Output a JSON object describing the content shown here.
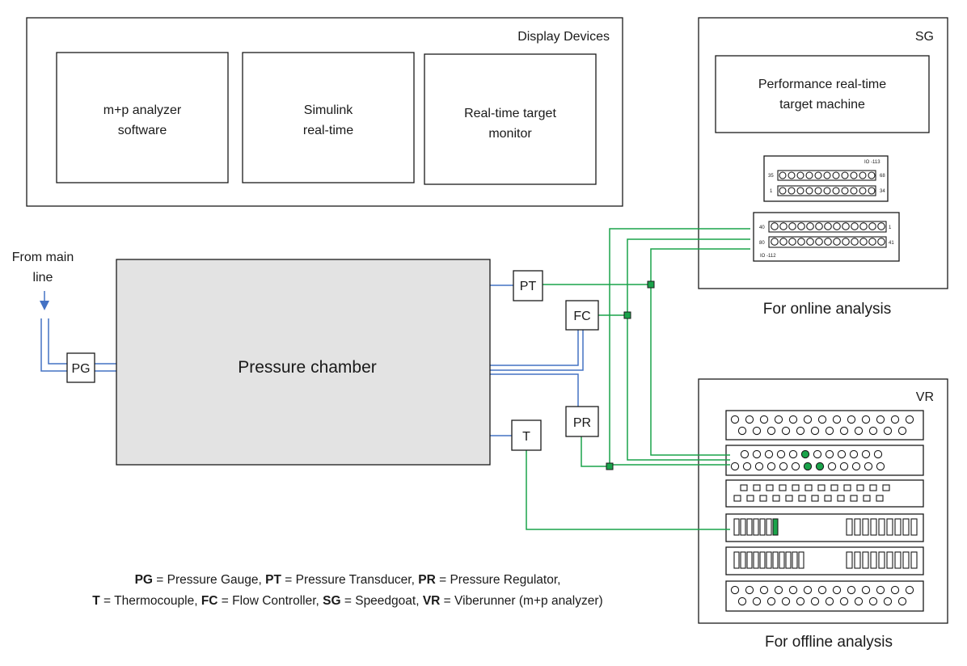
{
  "display_devices": {
    "title": "Display Devices",
    "boxes": [
      {
        "lines": [
          "m+p analyzer",
          "software"
        ]
      },
      {
        "lines": [
          "Simulink",
          "real-time"
        ]
      },
      {
        "lines": [
          "Real-time target",
          "monitor"
        ]
      }
    ]
  },
  "speedgoat": {
    "title": "SG",
    "machine_lines": [
      "Performance real-time",
      "target machine"
    ],
    "io113_label": "IO -113",
    "io113_row1": {
      "left": "35",
      "right": "68"
    },
    "io113_row2": {
      "left": "1",
      "right": "34"
    },
    "io112_label": "IO -112",
    "io112_row1": {
      "left": "40",
      "right": "1"
    },
    "io112_row2": {
      "left": "80",
      "right": "41"
    },
    "caption": "For online analysis"
  },
  "viberunner": {
    "title": "VR",
    "caption": "For offline analysis"
  },
  "source": {
    "lines": [
      "From main",
      "line"
    ]
  },
  "chamber": {
    "label": "Pressure chamber"
  },
  "devices": {
    "pg": "PG",
    "pt": "PT",
    "fc": "FC",
    "pr": "PR",
    "t": "T"
  },
  "legend": {
    "line1": [
      {
        "abbr": "PG",
        "text": " = Pressure Gauge, "
      },
      {
        "abbr": "PT",
        "text": " = Pressure Transducer, "
      },
      {
        "abbr": "PR",
        "text": " = Pressure Regulator,"
      }
    ],
    "line2": [
      {
        "abbr": "T",
        "text": " = Thermocouple, "
      },
      {
        "abbr": "FC",
        "text": " = Flow Controller, "
      },
      {
        "abbr": "SG",
        "text": " = Speedgoat, "
      },
      {
        "abbr": "VR",
        "text": " = Viberunner (m+p analyzer)"
      }
    ]
  },
  "colors": {
    "pipe": "#4472c4",
    "signal": "#1aa34a",
    "chamber": "#e3e3e3"
  }
}
